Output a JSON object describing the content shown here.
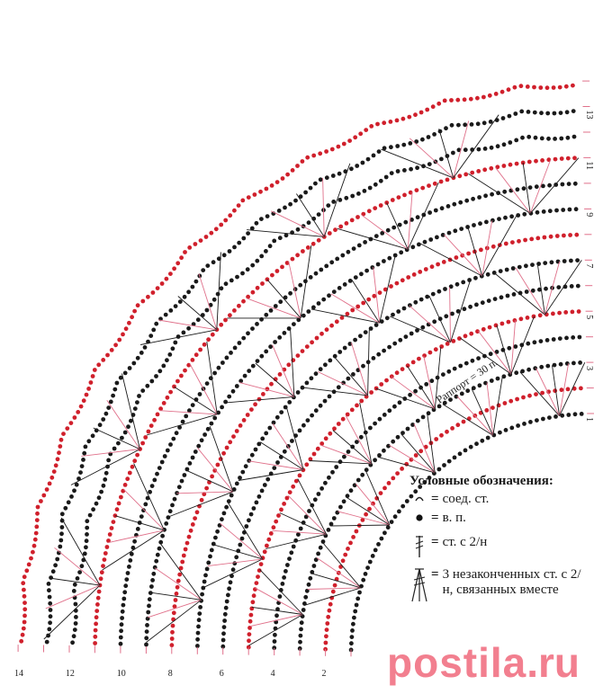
{
  "legend": {
    "title": "Условные обозначения:",
    "items": [
      {
        "icon": "slip-stitch-icon",
        "eq": "=",
        "text": "соед. ст."
      },
      {
        "icon": "chain-stitch-icon",
        "eq": "=",
        "text": "в. п."
      },
      {
        "icon": "double-crochet-icon",
        "eq": "=",
        "text": "ст. с 2/н"
      },
      {
        "icon": "cluster-3-dc-icon",
        "eq": "=",
        "text": "3 незаконченных ст. с 2/н, связанных вместе"
      }
    ]
  },
  "repeat_label": "Раппорт = 30 п.",
  "row_numbers_right": [
    "1",
    "3",
    "5",
    "7",
    "9",
    "11",
    "13"
  ],
  "row_numbers_bottom": [
    "2",
    "4",
    "6",
    "8",
    "10",
    "12",
    "14"
  ],
  "watermark": {
    "main": "postila",
    "suffix": ".ru"
  },
  "colors": {
    "black": "#1a1a1a",
    "red": "#d0202c",
    "pink": "#e0708a",
    "watermark": "#f27f8f"
  }
}
